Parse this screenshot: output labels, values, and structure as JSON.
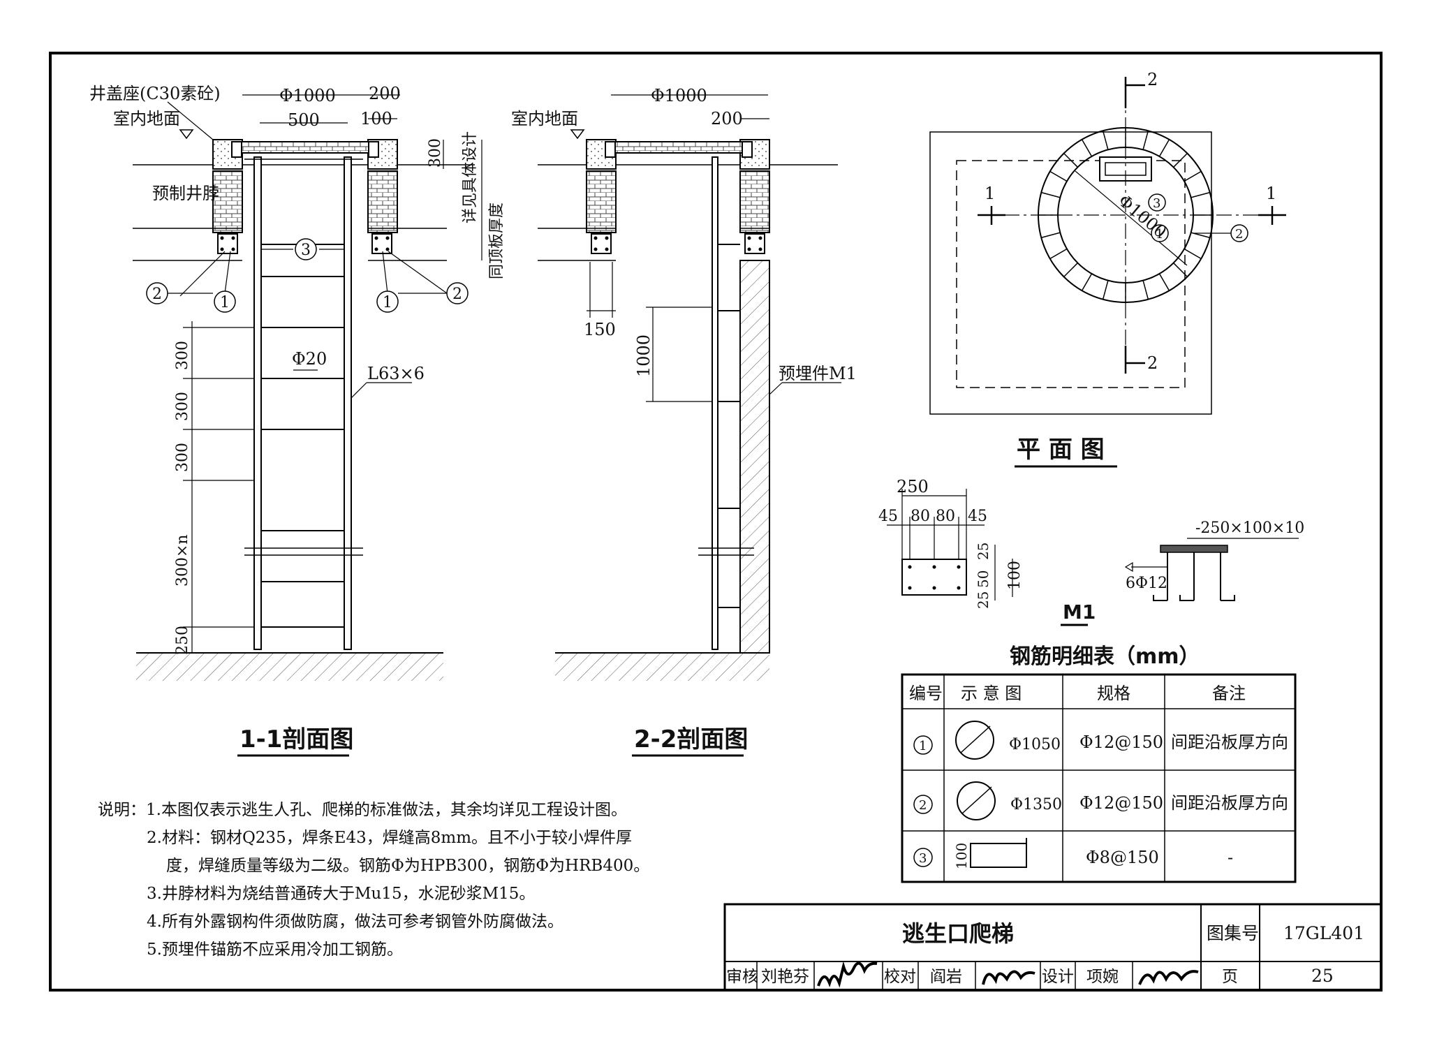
{
  "drawing": {
    "section11_title": "1-1剖面图",
    "section22_title": "2-2剖面图",
    "plan_title": "平 面 图",
    "m1_title": "M1",
    "labels": {
      "cover_seat": "井盖座(C30素砼)",
      "indoor_floor": "室内地面",
      "indoor_floor_2": "室内地面",
      "precast_neck": "预制井脖",
      "embedded_part": "预埋件M1",
      "bar_d20": "Φ20",
      "angle": "L63×6",
      "design_note": "详见具体设计",
      "slab_thickness": "同顶板厚度",
      "plate": "-250×100×10",
      "anchors": "6Φ12"
    },
    "dims_11": {
      "d1000": "Φ1000",
      "d500": "500",
      "d200": "200",
      "d100": "100",
      "d300": "300",
      "s1": "300",
      "s2": "300",
      "s3": "300",
      "sn": "300×n",
      "s250": "250"
    },
    "dims_22": {
      "d1000": "Φ1000",
      "d200": "200",
      "d150": "150",
      "d1000v": "1000"
    },
    "dims_m1": {
      "w250": "250",
      "w45a": "45",
      "w80a": "80",
      "w80b": "80",
      "w45b": "45",
      "h25a": "25",
      "h50": "50",
      "h25b": "25",
      "h100": "100"
    },
    "plan": {
      "diameter": "Φ1000",
      "cut_label": "1",
      "cut_label_2": "2"
    },
    "markers": {
      "m1": "1",
      "m2": "2",
      "m3": "3"
    }
  },
  "rebar_table": {
    "title": "钢筋明细表（mm）",
    "headers": [
      "编号",
      "示 意 图",
      "规格",
      "备注"
    ],
    "rows": [
      {
        "no": "1",
        "dim": "Φ1050",
        "spec": "Φ12@150",
        "note": "间距沿板厚方向"
      },
      {
        "no": "2",
        "dim": "Φ1350",
        "spec": "Φ12@150",
        "note": "间距沿板厚方向"
      },
      {
        "no": "3",
        "dim": "100",
        "spec": "Φ8@150",
        "note": "-"
      }
    ]
  },
  "notes": [
    "说明：1.本图仅表示逃生人孔、爬梯的标准做法，其余均详见工程设计图。",
    "2.材料：钢材Q235，焊条E43，焊缝高8mm。且不小于较小焊件厚",
    "度，焊缝质量等级为二级。钢筋Φ为HPB300，钢筋Φ为HRB400。",
    "3.井脖材料为烧结普通砖大于Mu15，水泥砂浆M15。",
    "4.所有外露钢构件须做防腐，做法可参考钢管外防腐做法。",
    "5.预埋件锚筋不应采用冷加工钢筋。"
  ],
  "title_block": {
    "title": "逃生口爬梯",
    "atlas_label": "图集号",
    "atlas_no": "17GL401",
    "review_label": "审核",
    "reviewer": "刘艳芬",
    "check_label": "校对",
    "checker": "阎岩",
    "design_label": "设计",
    "designer": "项婉",
    "page_label": "页",
    "page_no": "25"
  }
}
